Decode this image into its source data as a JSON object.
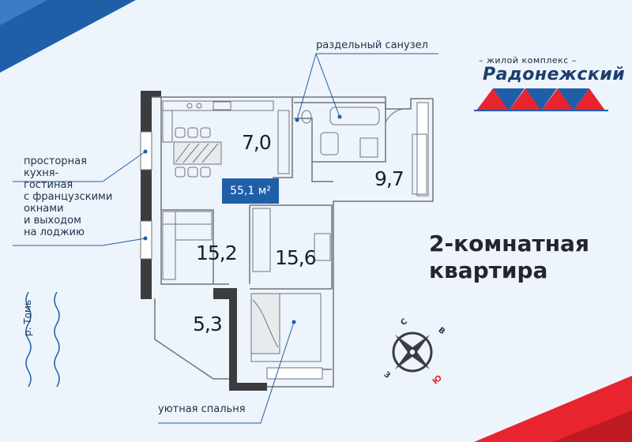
{
  "logo": {
    "tagline": "– жилой комплекс –",
    "name": "Радонежский"
  },
  "plan": {
    "total_area": "55,1 м²",
    "rooms": {
      "kitchen": "7,0",
      "bath": "9,7",
      "living": "15,2",
      "bedroom": "15,6",
      "loggia": "5,3"
    }
  },
  "callouts": {
    "bathroom": "раздельный санузел",
    "kitchen_lines": [
      "просторная",
      "кухня-",
      "гостиная",
      "с французскими",
      "окнами",
      "и выходом",
      "на лоджию"
    ],
    "bedroom": "уютная спальня"
  },
  "headline": [
    "2-комнатная",
    "квартира"
  ],
  "river": "р. Томь",
  "compass": {
    "n": "С",
    "e": "В",
    "s": "Ю",
    "w": "З"
  },
  "colors": {
    "accent_blue": "#1f5fa8",
    "accent_red": "#e8242f",
    "background": "#eef4fb"
  }
}
